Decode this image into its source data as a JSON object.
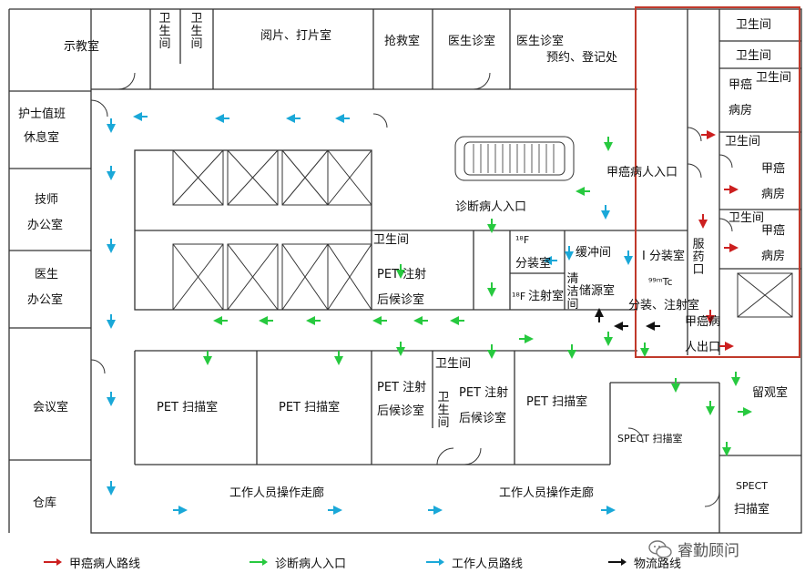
{
  "colors": {
    "cancer_route": "#cc1f1f",
    "diagnosis_route": "#27c93f",
    "staff_route": "#1aa8d8",
    "logistics_route": "#111111",
    "highlight_box": "#c0392b",
    "wall": "#333333"
  },
  "rooms": {
    "teaching": "示教室",
    "wc1": "卫生间",
    "wc2": "卫生间",
    "film_print": "阅片、打片室",
    "rescue": "抢救室",
    "doctor1": "医生诊室",
    "doctor2": "医生诊室",
    "booking": "预约、登记处",
    "nurse_duty": "护士值班",
    "nurse_rest": "休息室",
    "tech_office_1": "技师",
    "tech_office_2": "办公室",
    "doctor_office_1": "医生",
    "doctor_office_2": "办公室",
    "meeting": "会议室",
    "storage": "仓库",
    "right_wc1": "卫生间",
    "right_wc2": "卫生间",
    "right_wc3": "卫生间",
    "right_wc4": "卫生间",
    "right_wc5": "卫生间",
    "thyroid_ward_a_1": "甲癌",
    "thyroid_ward_a_2": "病房",
    "thyroid_ward_b_1": "甲癌",
    "thyroid_ward_b_2": "病房",
    "thyroid_ward_c_1": "甲癌",
    "thyroid_ward_c_2": "病房",
    "thyroid_entrance": "甲癌病人入口",
    "diagnosis_entrance": "诊断病人入口",
    "pet_wc": "卫生间",
    "pet_waiting_1a": "PET 注射",
    "pet_waiting_1b": "后候诊室",
    "f18_tag": "¹⁸F",
    "f18_tag2": "¹⁸F",
    "sub_pack": "分装室",
    "injection": "注射室",
    "buffer": "缓冲间",
    "i131_pack": "I 分装室",
    "tc_tag": "⁹⁹ᵐTc",
    "medicine": "服药口",
    "clean": "清洁间",
    "storage_source": "储源室",
    "pack_inject": "分装、注射室",
    "thyroid_exit_1": "甲癌病",
    "thyroid_exit_2": "人出口",
    "pet_scan1": "PET 扫描室",
    "pet_scan2": "PET 扫描室",
    "pet_waiting_2a": "PET 注射",
    "pet_waiting_2b": "后候诊室",
    "pet_wc2": "卫生间",
    "pet_wc3": "卫生间",
    "pet_waiting_3a": "PET 注射",
    "pet_waiting_3b": "后候诊室",
    "pet_scan3": "PET 扫描室",
    "spect_scan1": "SPECT 扫描室",
    "observation": "留观室",
    "spect_scan2a": "SPECT",
    "spect_scan2b": "扫描室",
    "corridor1": "工作人员操作走廊",
    "corridor2": "工作人员操作走廊"
  },
  "legend": [
    {
      "label": "甲癌病人路线",
      "color_key": "cancer_route"
    },
    {
      "label": "诊断病人入口",
      "color_key": "diagnosis_route"
    },
    {
      "label": "工作人员路线",
      "color_key": "staff_route"
    },
    {
      "label": "物流路线",
      "color_key": "logistics_route"
    }
  ],
  "brand": "睿勤顾问"
}
